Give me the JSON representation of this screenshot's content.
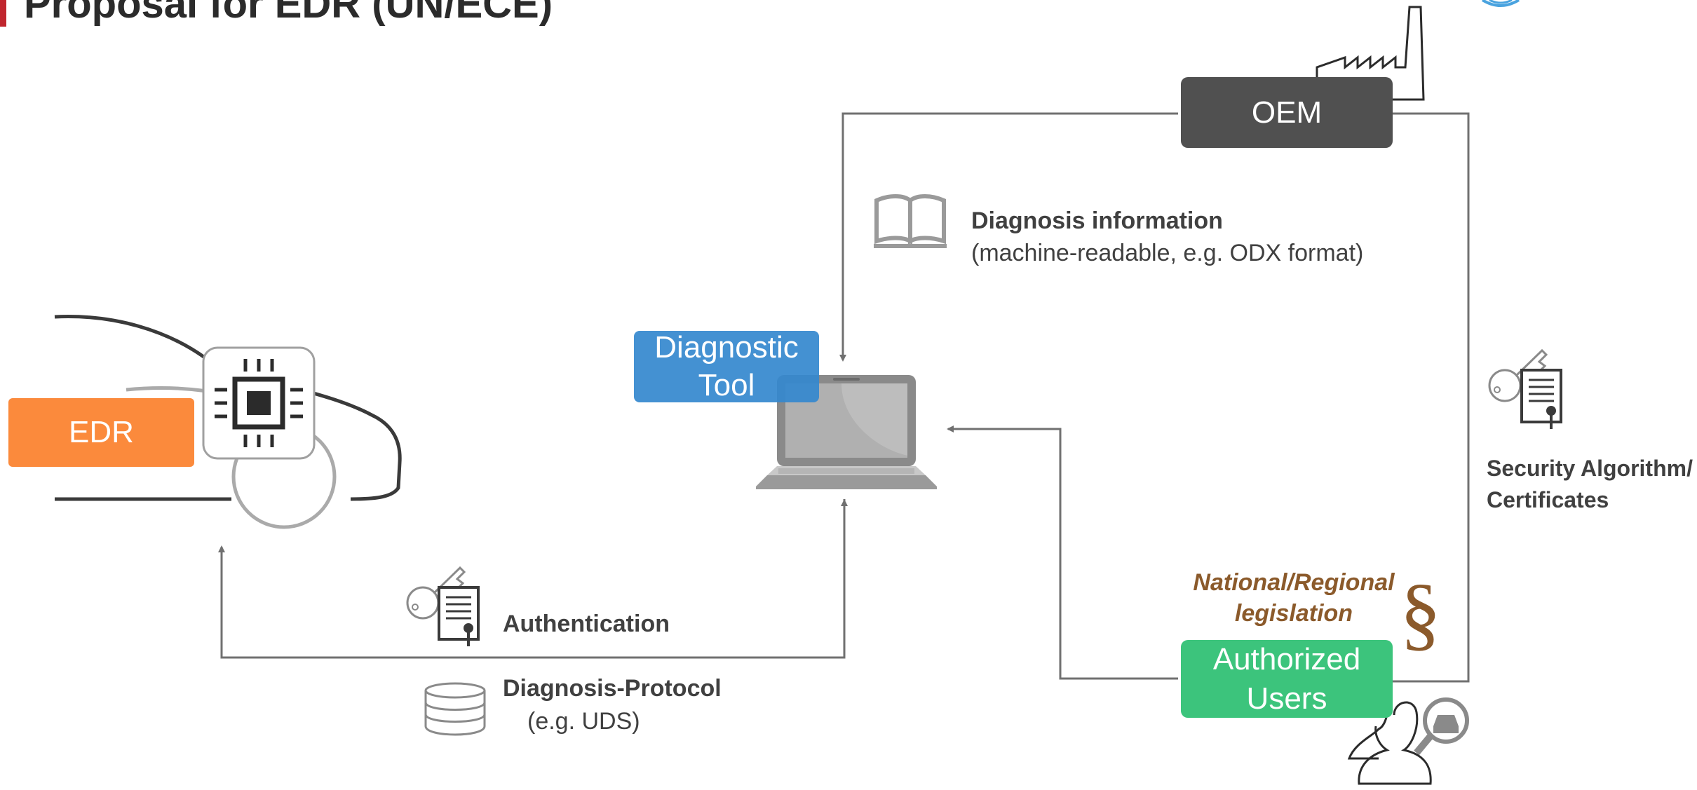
{
  "title": "Proposal for EDR (UN/ECE)",
  "colors": {
    "accent": "#c0262e",
    "edr": "#fb8a3c",
    "diagnostic_tool": "#3f8fd2",
    "oem": "#505050",
    "authorized_users": "#3cc47c",
    "legislation": "#8b5a2b",
    "line": "#707070"
  },
  "nodes": {
    "edr": "EDR",
    "diagnostic_tool": [
      "Diagnostic",
      "Tool"
    ],
    "oem": "OEM",
    "authorized_users": [
      "Authorized",
      "Users"
    ]
  },
  "labels": {
    "diagnosis_information": "Diagnosis information",
    "diagnosis_information_detail": "(machine-readable, e.g. ODX format)",
    "authentication": "Authentication",
    "diagnosis_protocol": "Diagnosis-Protocol",
    "diagnosis_protocol_detail": "(e.g. UDS)",
    "security_algorithm": [
      "Security Algorithm/",
      "Certificates"
    ],
    "legislation": [
      "National/Regional",
      "legislation"
    ],
    "paragraph_sign": "§"
  },
  "icons": [
    "car-icon",
    "chip-icon",
    "laptop-icon",
    "factory-icon",
    "book-icon",
    "key-certificate-icon",
    "database-icon",
    "users-search-car-icon",
    "un-logo-icon"
  ]
}
